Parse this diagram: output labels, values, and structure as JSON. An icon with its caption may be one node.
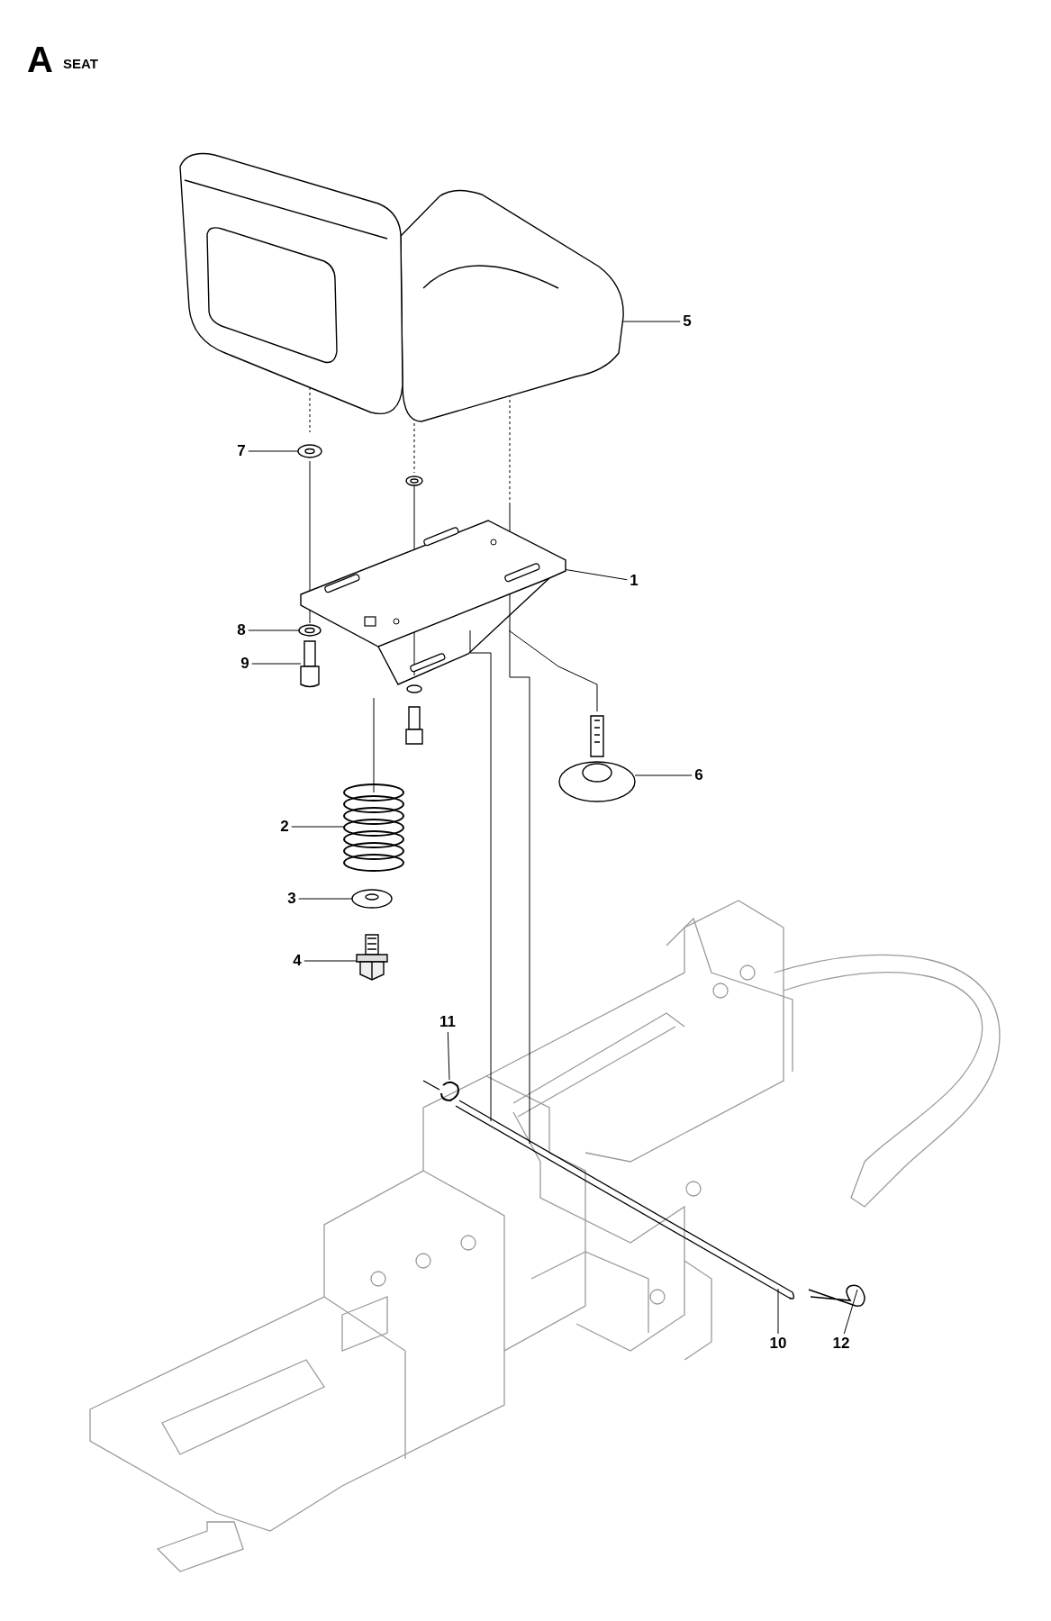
{
  "diagram": {
    "title": "SEAT",
    "nodes": [
      {
        "text": [
          "5"
        ]
      },
      {
        "text": [
          "7"
        ]
      },
      {
        "text": [
          "1"
        ]
      },
      {
        "text": [
          "8"
        ]
      },
      {
        "text": [
          "9"
        ]
      },
      {
        "text": [
          "6"
        ]
      },
      {
        "text": [
          "2"
        ]
      },
      {
        "text": [
          "3"
        ]
      },
      {
        "text": [
          "4"
        ]
      },
      {
        "text": [
          "11"
        ]
      },
      {
        "text": [
          "10"
        ]
      },
      {
        "text": [
          "12"
        ]
      },
      {
        "text": [],
        "shape": "picture"
      },
      {
        "text": [],
        "shape": "picture"
      },
      {
        "text": [],
        "shape": "picture"
      },
      {
        "text": [],
        "shape": "picture"
      },
      {
        "text": [],
        "shape": "picture"
      },
      {
        "text": [],
        "shape": "picture"
      },
      {
        "text": [],
        "shape": "picture"
      },
      {
        "text": [],
        "shape": "picture"
      },
      {
        "text": [],
        "shape": "picture"
      },
      {
        "text": [],
        "shape": "picture"
      },
      {
        "text": [],
        "shape": "picture"
      },
      {
        "text": [],
        "shape": "picture"
      }
    ],
    "edges": [
      {
        "from": 0,
        "to": 12,
        "arrow": "none"
      },
      {
        "from": 1,
        "to": 13,
        "arrow": "none"
      },
      {
        "from": 2,
        "to": 14,
        "arrow": "none"
      },
      {
        "from": 3,
        "to": 15,
        "arrow": "none"
      },
      {
        "from": 4,
        "to": 16,
        "arrow": "none"
      },
      {
        "from": 5,
        "to": 17,
        "arrow": "none"
      },
      {
        "from": 6,
        "to": 18,
        "arrow": "none"
      },
      {
        "from": 7,
        "to": 19,
        "arrow": "none"
      },
      {
        "from": 8,
        "to": 20,
        "arrow": "none"
      },
      {
        "from": 9,
        "to": 21,
        "arrow": "none"
      },
      {
        "from": 10,
        "to": 22,
        "arrow": "none"
      },
      {
        "from": 11,
        "to": 23,
        "arrow": "none"
      }
    ],
    "labels": [
      "A"
    ]
  }
}
